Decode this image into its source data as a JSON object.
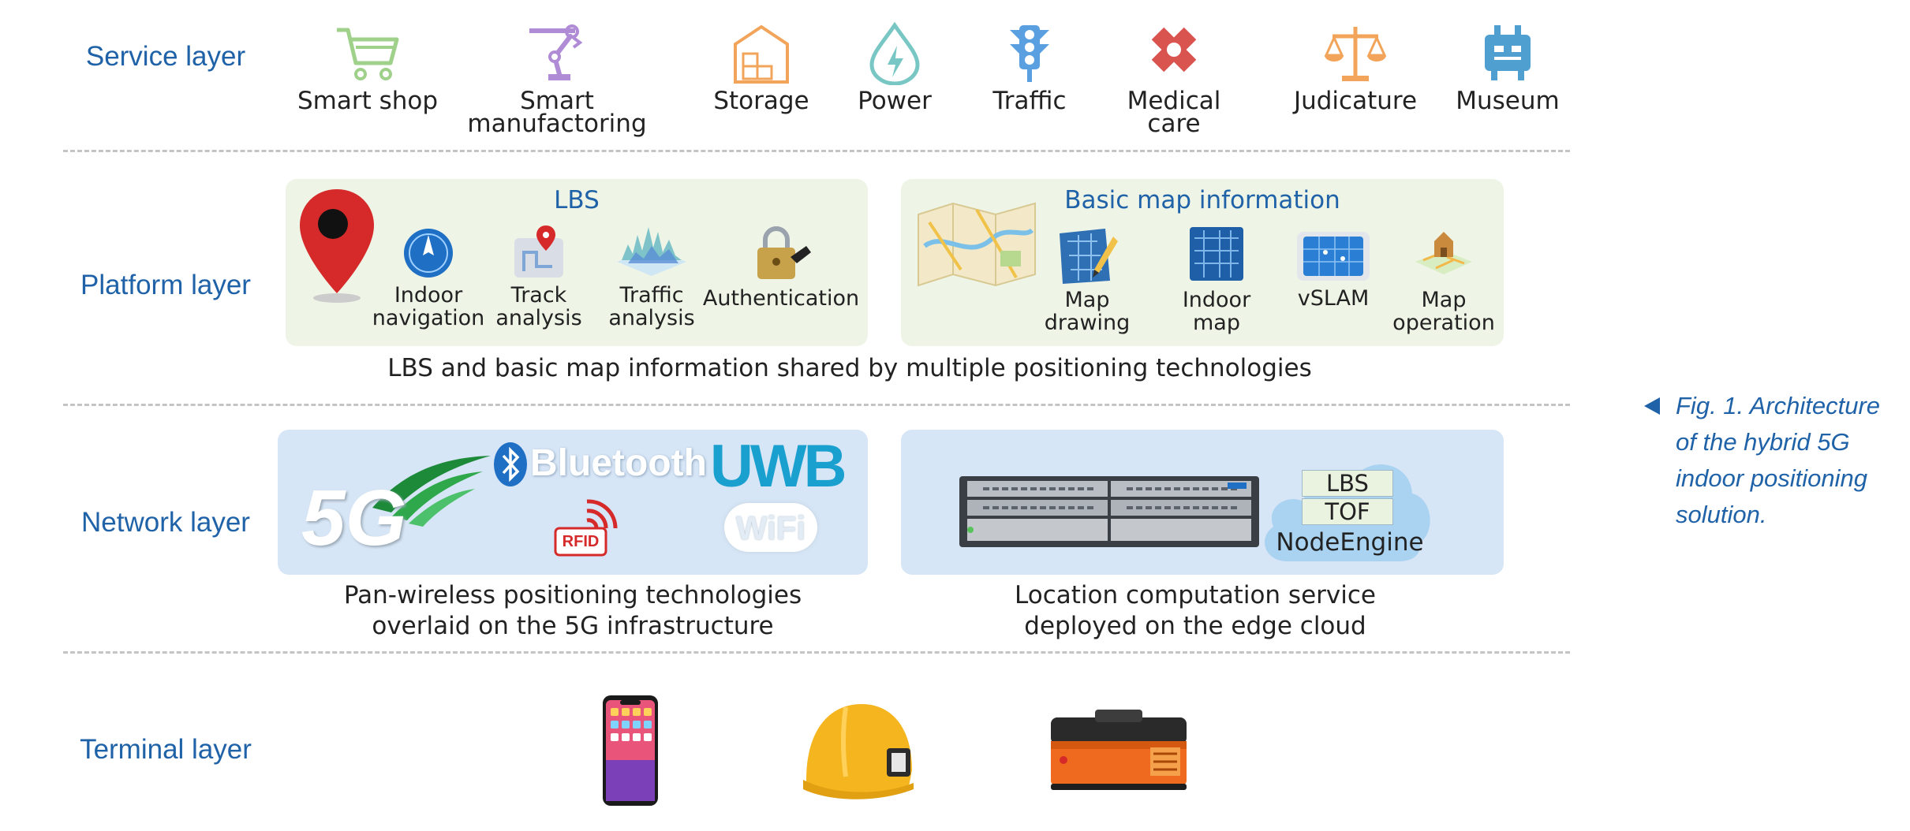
{
  "layers": {
    "service": "Service layer",
    "platform": "Platform layer",
    "network": "Network layer",
    "terminal": "Terminal layer"
  },
  "service_items": [
    {
      "label": "Smart shop",
      "icon": "shopping-cart-icon",
      "color": "#9fd18a"
    },
    {
      "label": "Smart manufactoring",
      "icon": "robot-arm-icon",
      "color": "#b08bd6"
    },
    {
      "label": "Storage",
      "icon": "storage-icon",
      "color": "#f2a55a"
    },
    {
      "label": "Power",
      "icon": "power-drop-icon",
      "color": "#79c7c4"
    },
    {
      "label": "Traffic",
      "icon": "traffic-light-icon",
      "color": "#5aa0e0"
    },
    {
      "label": "Medical care",
      "icon": "medical-cross-icon",
      "color": "#d9534f"
    },
    {
      "label": "Judicature",
      "icon": "scales-icon",
      "color": "#f2a55a"
    },
    {
      "label": "Museum",
      "icon": "museum-icon",
      "color": "#4f9fd1"
    }
  ],
  "platform": {
    "lbs_title": "LBS",
    "lbs_items": [
      {
        "label": "Indoor navigation",
        "icon": "compass-icon"
      },
      {
        "label": "Track analysis",
        "icon": "track-icon"
      },
      {
        "label": "Traffic analysis",
        "icon": "chart-3d-icon"
      },
      {
        "label": "Authentication",
        "icon": "padlock-icon"
      }
    ],
    "map_title": "Basic map information",
    "map_items": [
      {
        "label": "Map drawing",
        "icon": "map-drawing-icon"
      },
      {
        "label": "Indoor map",
        "icon": "indoor-map-icon"
      },
      {
        "label": "vSLAM",
        "icon": "vslam-icon"
      },
      {
        "label": "Map operation",
        "icon": "map-operation-icon"
      }
    ],
    "caption": "LBS and basic map information shared by multiple positioning technologies"
  },
  "network": {
    "logos": {
      "g5": "5G",
      "bluetooth": "Bluetooth",
      "uwb": "UWB",
      "rfid": "RFID",
      "wifi": "WiFi"
    },
    "cloud_items": [
      "LBS",
      "TOF",
      "NodeEngine"
    ],
    "caption_left": [
      "Pan-wireless positioning technologies",
      "overlaid on the 5G infrastructure"
    ],
    "caption_right": [
      "Location computation service",
      "deployed on the  edge cloud"
    ]
  },
  "figure_caption": [
    "Fig. 1. Architecture",
    "of the hybrid 5G",
    "indoor positioning",
    "solution."
  ],
  "colors": {
    "label_blue": "#1f62a8",
    "panel_green": "#eef4e6",
    "panel_blue": "#d7e6f6"
  }
}
